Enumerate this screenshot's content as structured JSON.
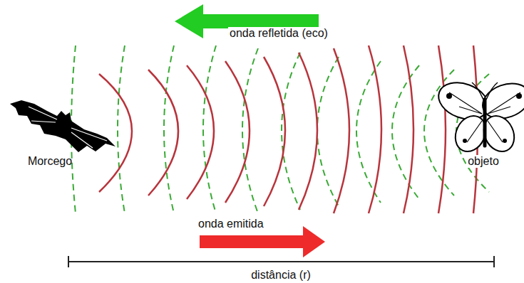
{
  "diagram": {
    "labels": [
      "onda refletida (eco)",
      "Morcego",
      "objeto",
      "onda emitida",
      "distância (r)"
    ]
  }
}
